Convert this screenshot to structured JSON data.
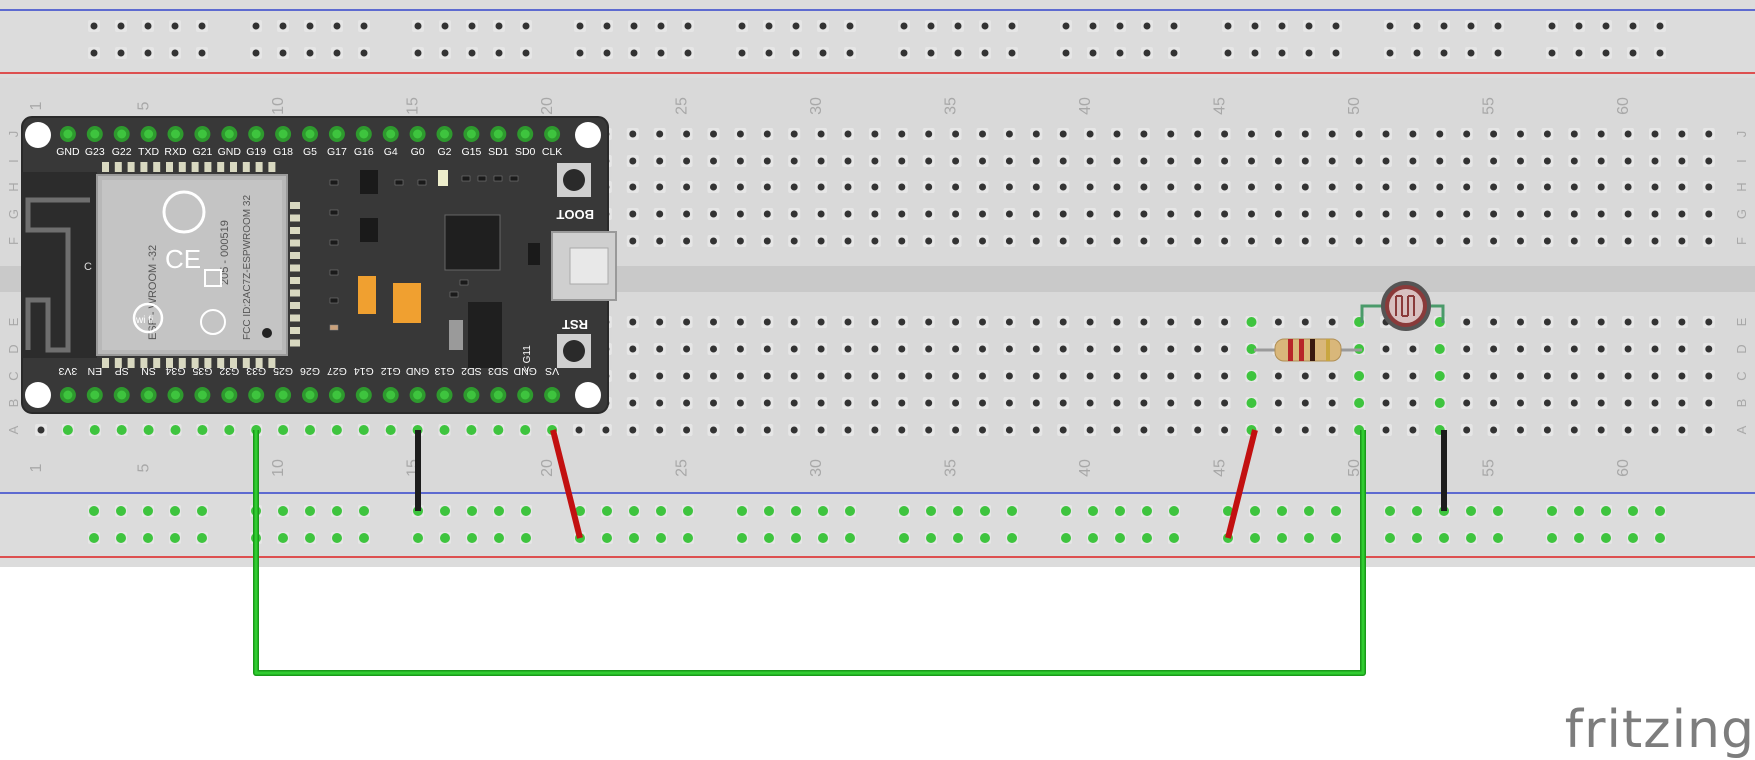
{
  "app": {
    "watermark": "fritzing"
  },
  "breadboard": {
    "column_numbers": [
      "1",
      "5",
      "10",
      "15",
      "20",
      "25",
      "30",
      "35",
      "40",
      "45",
      "50",
      "55",
      "60"
    ],
    "row_letters_top": [
      "J",
      "I",
      "H",
      "G",
      "F"
    ],
    "row_letters_bottom": [
      "E",
      "D",
      "C",
      "B",
      "A"
    ],
    "colors": {
      "body": "#d9d9d9",
      "rail_blue": "#3344cc",
      "rail_red": "#dd2222",
      "hole_active": "#3ec43e"
    }
  },
  "esp32": {
    "top_pins": [
      "GND",
      "G23",
      "G22",
      "TXD",
      "RXD",
      "G21",
      "GND",
      "G19",
      "G18",
      "G5",
      "G17",
      "G16",
      "G4",
      "G0",
      "G2",
      "G15",
      "SD1",
      "SD0",
      "CLK"
    ],
    "bottom_pins": [
      "3V3",
      "EN",
      "SP",
      "SN",
      "G34",
      "G35",
      "G32",
      "G33",
      "G25",
      "G26",
      "G27",
      "G14",
      "G12",
      "GND",
      "G13",
      "SD2",
      "SD3",
      "GND",
      "VS"
    ],
    "module_label": "ESP - WROOM -32",
    "model_label": "205 - 000519",
    "fcc_label": "FCC ID:2AC7Z-ESPWROOM 32",
    "boot_label": "BOOT",
    "rst_label": "RST",
    "g11_label": "< G11",
    "wifi_label": "wi fi",
    "c_label": "C"
  },
  "wires": [
    {
      "color": "#22bb22",
      "role": "signal"
    },
    {
      "color": "#222222",
      "role": "gnd"
    },
    {
      "color": "#cc1111",
      "role": "power"
    },
    {
      "color": "#cc1111",
      "role": "power"
    },
    {
      "color": "#222222",
      "role": "gnd"
    }
  ]
}
